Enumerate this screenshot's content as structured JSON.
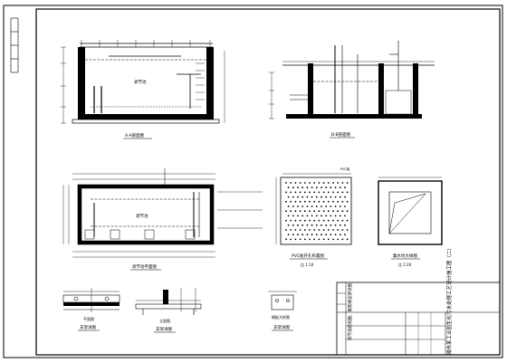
{
  "sheet": {
    "drawings": {
      "top_left_section": {
        "caption": "A-A剖面图",
        "tank_label": "调节池"
      },
      "top_right_section": {
        "caption": "B-B剖面图"
      },
      "plan_view": {
        "caption": "调节池平面图",
        "tank_label": "调节池"
      },
      "pvc_plate": {
        "caption": "PVC板开孔布置图",
        "scale": "比 1:10 ",
        "unit_label": "PVC板"
      },
      "pit_detail": {
        "caption": "集水坑大样图",
        "scale": "比 1:20"
      },
      "support_1": {
        "label": "平面图",
        "caption": "支架详图"
      },
      "support_2": {
        "label": "立面图",
        "caption": "支架详图"
      },
      "support_3": {
        "label": "钢板大样图",
        "caption": "支架详图"
      }
    },
    "title_block": {
      "project_title": "城市某工业园生化污水处理工艺设计施工图（二）",
      "drawing_name": "调节池结构图、钢爬梯支架详图"
    }
  }
}
